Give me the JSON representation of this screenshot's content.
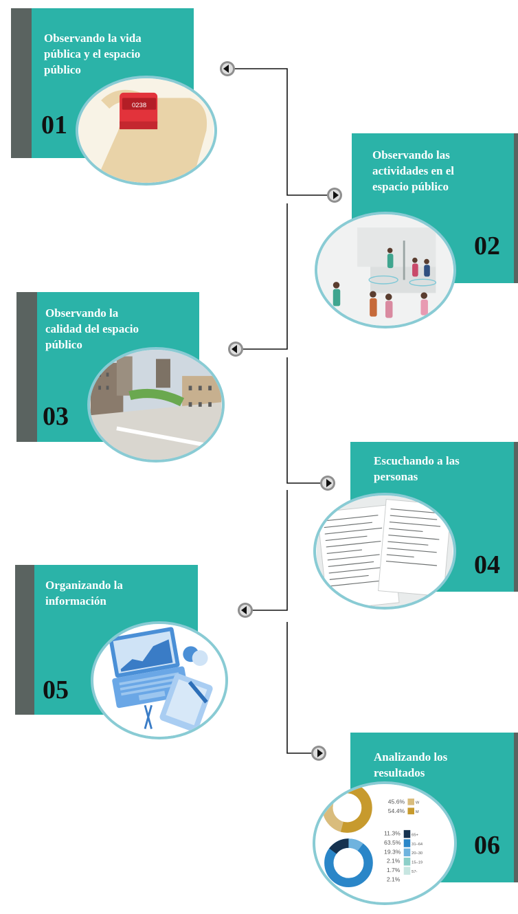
{
  "steps": [
    {
      "number": "01",
      "title_lines": [
        "Observando la vida",
        "pública y el espacio",
        "público"
      ],
      "icon": "hand-counter-icon"
    },
    {
      "number": "02",
      "title_lines": [
        "Observando las",
        "actividades en el",
        "espacio público"
      ],
      "icon": "people-activity-icon"
    },
    {
      "number": "03",
      "title_lines": [
        "Observando la",
        "calidad del espacio",
        "público"
      ],
      "icon": "city-square-photo"
    },
    {
      "number": "04",
      "title_lines": [
        "Escuchando a las",
        "personas"
      ],
      "icon": "survey-forms-icon"
    },
    {
      "number": "05",
      "title_lines": [
        "Organizando la",
        "información"
      ],
      "icon": "laptop-desk-icon"
    },
    {
      "number": "06",
      "title_lines": [
        "Analizando los",
        "resultados"
      ],
      "icon": "donut-charts-icon"
    }
  ],
  "chart_thumbnail": {
    "gender": [
      {
        "pct": "45.6%",
        "key": "W"
      },
      {
        "pct": "54.4%",
        "key": "M"
      }
    ],
    "age": [
      {
        "pct": "11.3%",
        "key": "65+"
      },
      {
        "pct": "63.5%",
        "key": "31–64"
      },
      {
        "pct": "19.3%",
        "key": "20–30"
      },
      {
        "pct": "2.1%",
        "key": "15–19"
      },
      {
        "pct": "1.7%",
        "key": "57-"
      },
      {
        "pct": "2.1%",
        "key": ""
      }
    ]
  },
  "counter_display": "0238",
  "colors": {
    "card": "#2bb3a8",
    "bar": "#5a6360",
    "ring": "#89cbd4",
    "connector": "#111111"
  }
}
